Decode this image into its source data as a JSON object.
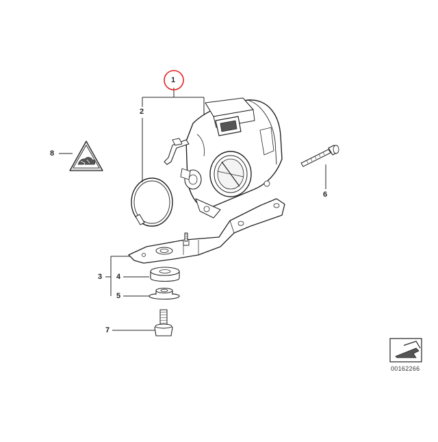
{
  "callouts": [
    {
      "id": "1",
      "text": "1",
      "highlighted": true
    },
    {
      "id": "2",
      "text": "2"
    },
    {
      "id": "3",
      "text": "3"
    },
    {
      "id": "4",
      "text": "4"
    },
    {
      "id": "5",
      "text": "5"
    },
    {
      "id": "6",
      "text": "6"
    },
    {
      "id": "7",
      "text": "7"
    },
    {
      "id": "8",
      "text": "8"
    }
  ],
  "diagram_code": "00162266",
  "colors": {
    "line": "#222222",
    "highlight": "#e02020",
    "grey": "#dcdcdc",
    "dark": "#555555"
  },
  "icons": [
    "warning-triangle-icon",
    "view-direction-arrow-icon"
  ]
}
